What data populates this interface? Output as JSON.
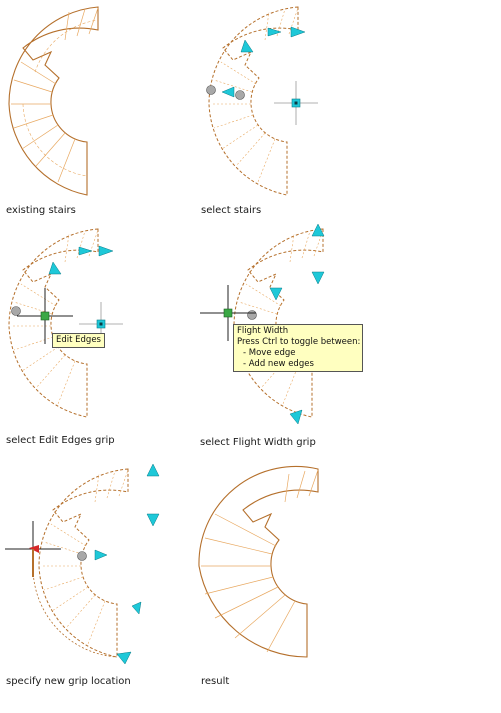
{
  "captions": [
    "existing stairs",
    "select stairs",
    "select Edit Edges grip",
    "select Flight Width grip",
    "specify new grip location",
    "result"
  ],
  "tooltips": {
    "edit_edges": "Edit Edges",
    "flight_width": {
      "title": "Flight Width",
      "line1": "Press Ctrl to toggle between:",
      "line2": "- Move edge",
      "line3": "- Add new edges"
    }
  },
  "colors": {
    "stair": "#b5702c",
    "stair_light": "#e8a860",
    "grip_arrow": "#1ec8d8",
    "grip_edge": "#3aa845",
    "grip_circle": "#a8a8a8",
    "crosshair": "#222222",
    "highlight": "#d62828"
  }
}
